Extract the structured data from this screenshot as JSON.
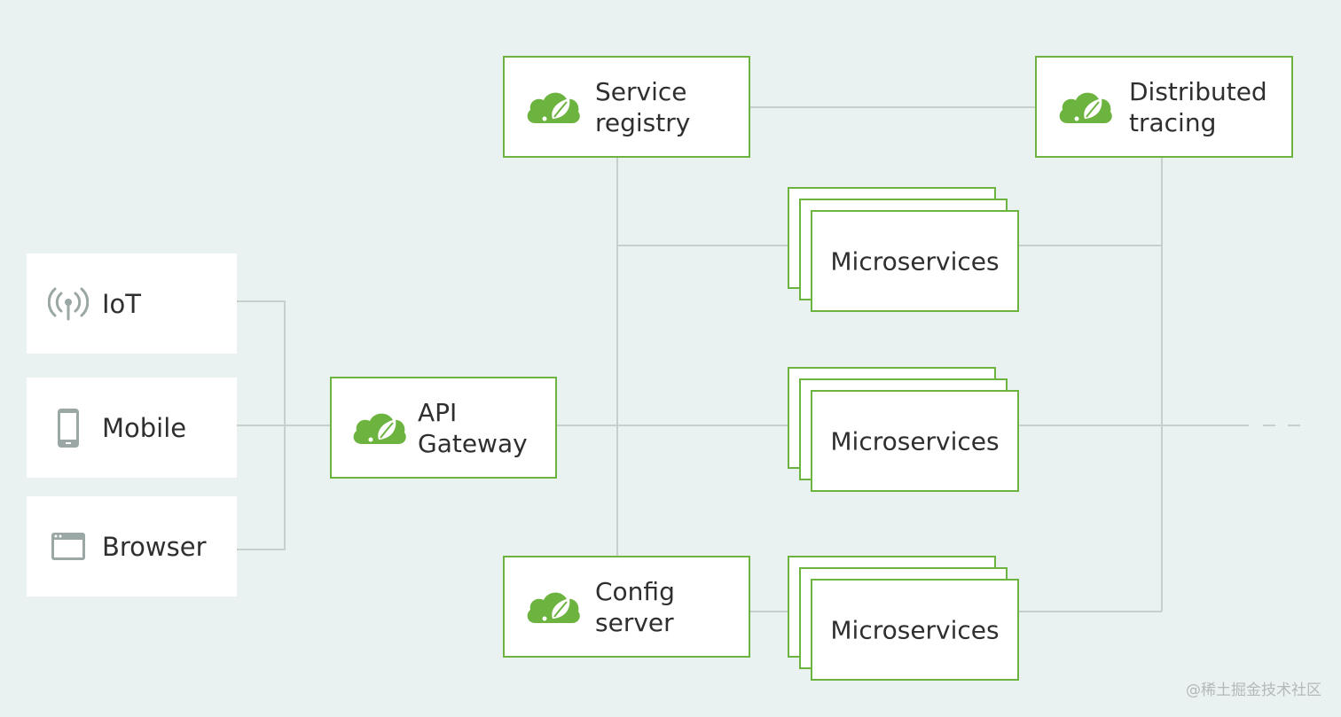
{
  "clients": [
    {
      "label": "IoT",
      "icon": "antenna-icon"
    },
    {
      "label": "Mobile",
      "icon": "mobile-phone-icon"
    },
    {
      "label": "Browser",
      "icon": "browser-window-icon"
    }
  ],
  "gateway": {
    "line1": "API",
    "line2": "Gateway",
    "icon": "spring-cloud-icon"
  },
  "service_registry": {
    "line1": "Service",
    "line2": "registry",
    "icon": "spring-cloud-icon"
  },
  "config_server": {
    "line1": "Config",
    "line2": "server",
    "icon": "spring-cloud-icon"
  },
  "distributed_tracing": {
    "line1": "Distributed",
    "line2": "tracing",
    "icon": "spring-cloud-icon"
  },
  "microservices": [
    {
      "label": "Microservices"
    },
    {
      "label": "Microservices"
    },
    {
      "label": "Microservices"
    }
  ],
  "watermark": "@稀土掘金技术社区",
  "colors": {
    "background": "#eaf2f1",
    "accent_green": "#6db33f",
    "connector_gray": "#c7cfcd",
    "icon_gray": "#9aa7a4",
    "text": "#2f2f2f"
  }
}
